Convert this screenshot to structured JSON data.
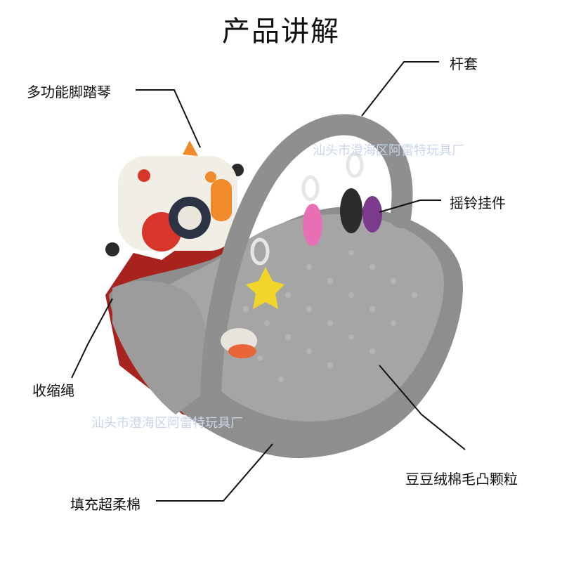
{
  "title": "产品讲解",
  "labels": {
    "piano": "多功能脚踏琴",
    "rod_cover": "杆套",
    "rattle": "摇铃挂件",
    "drawstring": "收缩绳",
    "minky_dots": "豆豆绒棉毛凸颗粒",
    "filling": "填充超柔棉"
  },
  "watermarks": {
    "top": "汕头市澄海区阿雷特玩具厂",
    "bottom": "汕头市澄海区阿雷特玩具厂"
  },
  "colors": {
    "mat_gray": "#8f8f8f",
    "arch_gray": "#9a9a9a",
    "base_red": "#a8231d",
    "piano_white": "#f1eee6",
    "orange": "#f08a2a"
  }
}
